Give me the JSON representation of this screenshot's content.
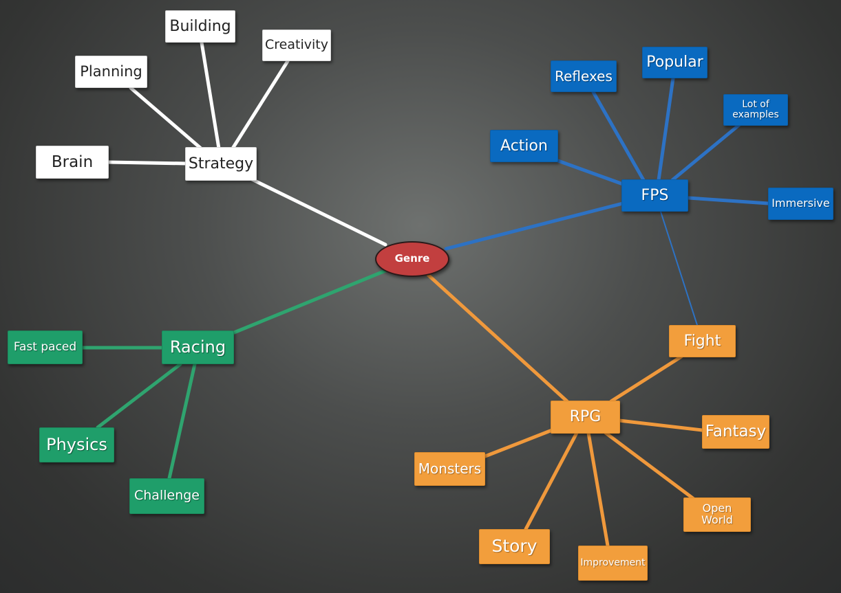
{
  "map": {
    "root": "Genre",
    "branches": [
      {
        "name": "Strategy",
        "color": "#ffffff",
        "children": [
          "Brain",
          "Planning",
          "Building",
          "Creativity"
        ]
      },
      {
        "name": "FPS",
        "color": "#0a6ac0",
        "children": [
          "Action",
          "Reflexes",
          "Popular",
          "Lot of examples",
          "Immersive",
          "Fight"
        ]
      },
      {
        "name": "Racing",
        "color": "#1f9e6a",
        "children": [
          "Fast paced",
          "Physics",
          "Challenge"
        ]
      },
      {
        "name": "RPG",
        "color": "#f29e3c",
        "children": [
          "Fight",
          "Fantasy",
          "Monsters",
          "Story",
          "Improvement",
          "Open World"
        ]
      }
    ]
  },
  "nodes": {
    "genre": "Genre",
    "strategy": "Strategy",
    "brain": "Brain",
    "planning": "Planning",
    "building": "Building",
    "creativity": "Creativity",
    "fps": "FPS",
    "action": "Action",
    "reflexes": "Reflexes",
    "popular": "Popular",
    "lot_of_examples": "Lot of\nexamples",
    "immersive": "Immersive",
    "racing": "Racing",
    "fast_paced": "Fast paced",
    "physics": "Physics",
    "challenge": "Challenge",
    "rpg": "RPG",
    "fight": "Fight",
    "fantasy": "Fantasy",
    "monsters": "Monsters",
    "story": "Story",
    "improvement": "Improvement",
    "open_world": "Open\nWorld"
  },
  "colors": {
    "strategy_link": "#ffffff",
    "fps_link": "#2d72c4",
    "racing_link": "#2fa46f",
    "rpg_link": "#f0993c",
    "root_fill": "#c23f3f"
  }
}
